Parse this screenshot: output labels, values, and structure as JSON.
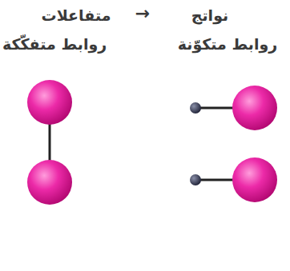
{
  "diagram": {
    "labels": [
      "متفاعلات",
      "→",
      "نواتج",
      "روابط متفكّكة",
      "روابط متكوّنة"
    ]
  }
}
